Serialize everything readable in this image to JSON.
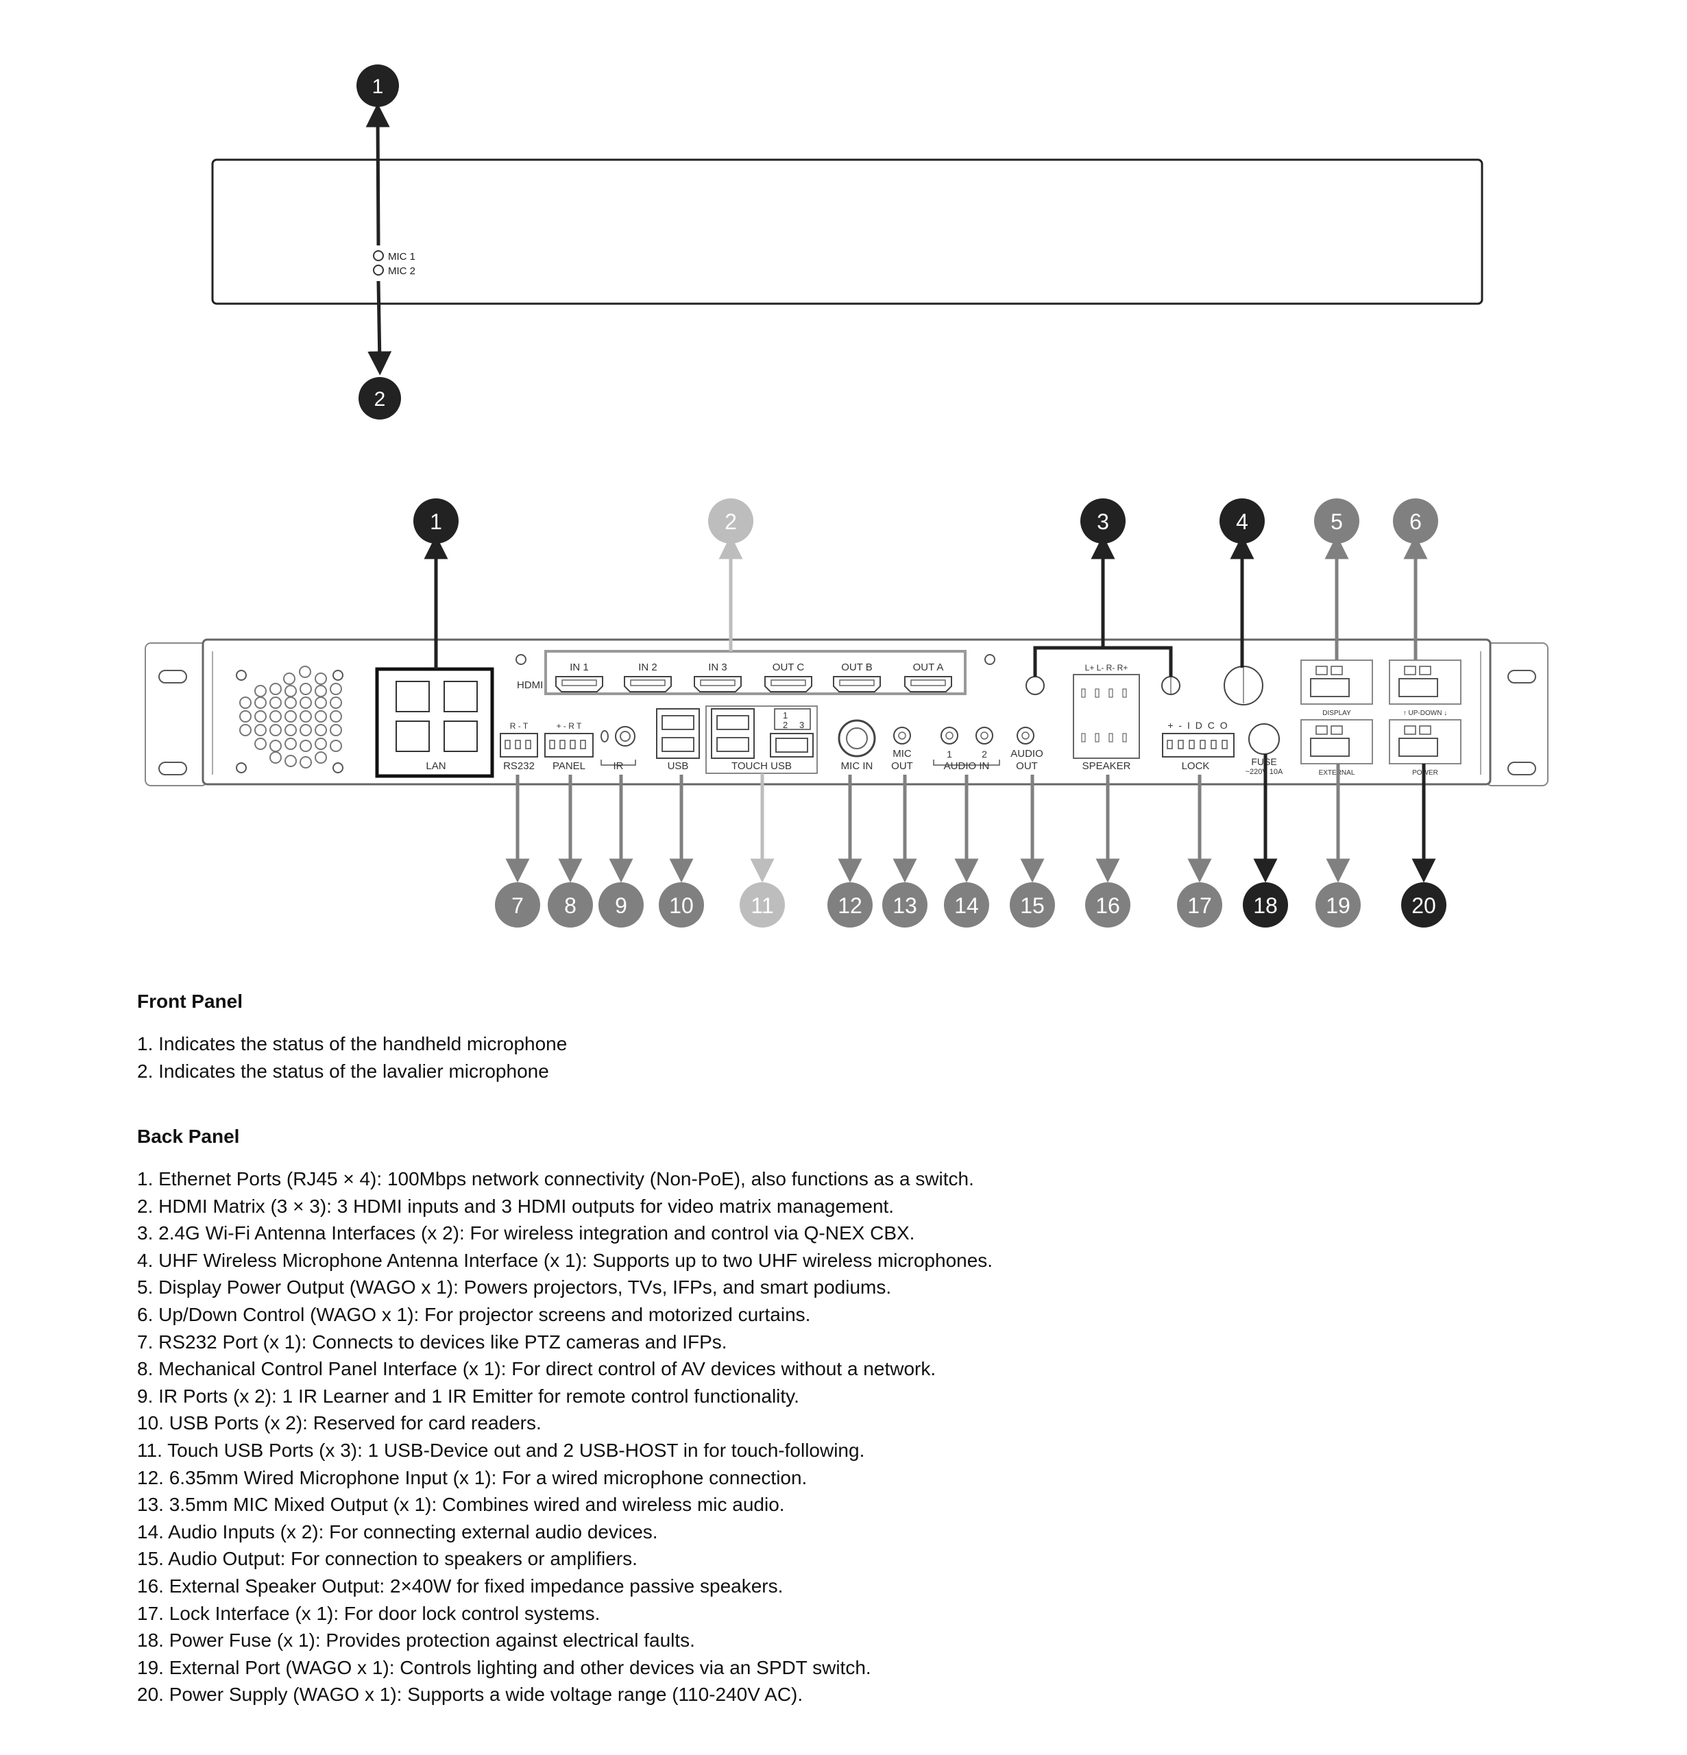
{
  "colors": {
    "dark_badge": "#222222",
    "mid_badge": "#808080",
    "light_badge": "#bdbdbd",
    "panel_stroke": "#333333"
  },
  "front_panel": {
    "mic_labels": [
      "MIC 1",
      "MIC 2"
    ],
    "callouts": [
      "1",
      "2"
    ]
  },
  "back_panel": {
    "hdmi_group_label": "HDMI",
    "hdmi_ports": [
      "IN 1",
      "IN 2",
      "IN 3",
      "OUT C",
      "OUT B",
      "OUT A"
    ],
    "port_labels": {
      "lan": "LAN",
      "rs232": "RS232",
      "rs232_pins": "R - T",
      "panel": "PANEL",
      "panel_pins": "+ - R T",
      "ir": "IR",
      "usb": "USB",
      "touch_usb": "TOUCH USB",
      "touch_usb_nums": [
        "1",
        "2",
        "3"
      ],
      "mic_in": "MIC IN",
      "mic_out": [
        "MIC",
        "OUT"
      ],
      "audio_in": "AUDIO IN",
      "audio_in_nums": [
        "1",
        "2"
      ],
      "audio_out": [
        "AUDIO",
        "OUT"
      ],
      "speaker": "SPEAKER",
      "speaker_pins": "L+ L- R- R+",
      "lock": "LOCK",
      "lock_pins": "+ - I D C O",
      "fuse": "FUSE",
      "fuse_rating": "~220V 10A",
      "display": "DISPLAY",
      "up_down": "↑ UP-DOWN ↓",
      "external": "EXTERNAL",
      "power": "POWER"
    },
    "callouts": [
      "1",
      "2",
      "3",
      "4",
      "5",
      "6",
      "7",
      "8",
      "9",
      "10",
      "11",
      "12",
      "13",
      "14",
      "15",
      "16",
      "17",
      "18",
      "19",
      "20"
    ]
  },
  "legend": {
    "front_title": "Front Panel",
    "front_items": [
      "1. Indicates the status of the handheld microphone",
      "2. Indicates the status of the lavalier microphone"
    ],
    "back_title": "Back Panel",
    "back_items": [
      "1. Ethernet Ports (RJ45 × 4): 100Mbps network connectivity (Non-PoE), also functions as a switch.",
      "2. HDMI Matrix (3 × 3): 3 HDMI inputs and 3 HDMI outputs for video matrix management.",
      "3. 2.4G Wi-Fi Antenna Interfaces (x 2): For wireless integration and control via Q-NEX CBX.",
      "4. UHF Wireless Microphone Antenna Interface (x 1): Supports up to two UHF wireless microphones.",
      "5. Display Power Output (WAGO x 1): Powers projectors, TVs, IFPs, and smart podiums.",
      "6. Up/Down Control (WAGO x 1): For projector screens and motorized curtains.",
      "7. RS232 Port (x 1): Connects to devices like PTZ cameras and IFPs.",
      "8. Mechanical Control Panel Interface (x 1): For direct control of AV devices without a network.",
      "9. IR Ports (x 2): 1 IR Learner and 1 IR Emitter for remote control functionality.",
      "10. USB Ports (x 2): Reserved for card readers.",
      "11. Touch USB Ports (x 3): 1 USB-Device out and 2 USB-HOST in for touch-following.",
      "12. 6.35mm Wired Microphone Input (x 1): For a wired microphone connection.",
      "13. 3.5mm MIC Mixed Output (x 1): Combines wired and wireless mic audio.",
      "14. Audio Inputs (x 2): For connecting external audio devices.",
      "15. Audio Output: For connection to speakers or amplifiers.",
      "16. External Speaker Output: 2×40W for fixed impedance passive speakers.",
      "17. Lock Interface (x 1): For door lock control systems.",
      "18. Power Fuse (x 1): Provides protection against electrical faults.",
      "19. External Port (WAGO x 1): Controls lighting and other devices via an SPDT switch.",
      "20. Power Supply (WAGO x 1): Supports a wide voltage range (110-240V AC)."
    ]
  }
}
